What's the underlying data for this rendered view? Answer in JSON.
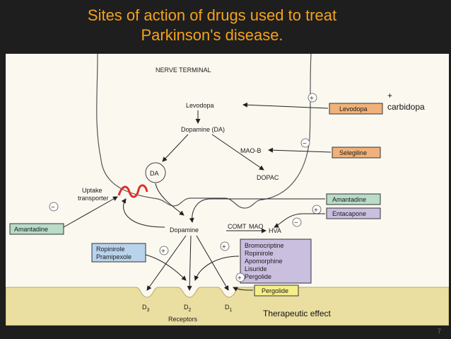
{
  "slide": {
    "title_line1": "Sites of action of drugs used to treat",
    "title_line2": "Parkinson's disease.",
    "page_number": "7"
  },
  "notes": {
    "plus_sign": "+",
    "carbidopa": "carbidopa",
    "therapeutic_effect": "Therapeutic  effect"
  },
  "figure": {
    "nerve_terminal": "NERVE TERMINAL",
    "levodopa": "Levodopa",
    "dopamine_da": "Dopamine (DA)",
    "mao_b": "MAO-B",
    "da": "DA",
    "dopac": "DOPAC",
    "uptake_line1": "Uptake",
    "uptake_line2": "transporter",
    "dopamine": "Dopamine",
    "comt": "COMT",
    "mao": "MAO",
    "hva": "HVA",
    "d3": "D",
    "d3_sub": "3",
    "d2": "D",
    "d2_sub": "2",
    "d1": "D",
    "d1_sub": "1",
    "receptors": "Receptors",
    "signs": {
      "plus": "+",
      "minus": "−"
    },
    "drug_boxes": {
      "levodopa": "Levodopa",
      "selegiline": "Selegiline",
      "amantadine_right": "Amantadine",
      "entacapone": "Entacapone",
      "amantadine_left": "Amantadine",
      "ropinirole": "Ropinirole",
      "pramipexole": "Pramipexole",
      "agonists": [
        "Bromocriptine",
        "Ropinirole",
        "Apomorphine",
        "Lisuride",
        "Pergolide"
      ],
      "pergolide": "Pergolide"
    },
    "colors": {
      "orange_box": "#f0b27a",
      "green_box": "#b9dbc8",
      "blue_box": "#b9d3ec",
      "purple_box": "#cbbfe0",
      "yellow_box": "#f5ee8a",
      "title": "#f5a21b",
      "transporter": "#e0302a"
    }
  }
}
